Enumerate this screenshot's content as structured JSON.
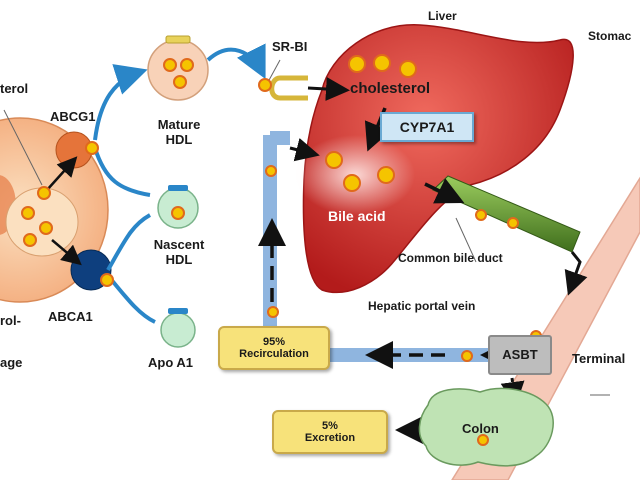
{
  "labels": {
    "liver": "Liver",
    "stomach": "Stomac",
    "sr_bi": "SR-BI",
    "cholesterol_liver": "cholesterol",
    "cyp7a1": "CYP7A1",
    "bile_acid": "Bile acid",
    "common_bile_duct": "Common bile duct",
    "hepatic_portal_vein": "Hepatic portal vein",
    "asbt": "ASBT",
    "terminal": "Terminal",
    "colon": "Colon",
    "abcg1": "ABCG1",
    "abca1": "ABCA1",
    "sterol": "terol",
    "rol": "rol-",
    "age": "age",
    "mature_hdl": [
      "Mature",
      "HDL"
    ],
    "nascent_hdl": [
      "Nascent",
      "HDL"
    ],
    "apo_a1": "Apo A1"
  },
  "boxes": {
    "recirculation": [
      "95%",
      "Recirculation"
    ],
    "excretion": [
      "5%",
      "Excretion"
    ]
  },
  "colors": {
    "liver": "#d9302c",
    "portal_vein": "#8fb5df",
    "bile_duct": "#5e8f2b",
    "intestine": "#f6c9b8",
    "colon": "#bfe3b4",
    "box_fill": "#f7e27a",
    "hdl_nascent": "#c8ecd2",
    "hdl_mature": "#f8d2b8",
    "particle": "#f5c400",
    "abca1": "#0e3f7e",
    "abcg1": "#e5743a",
    "arrow_blue": "#2a86c8"
  }
}
